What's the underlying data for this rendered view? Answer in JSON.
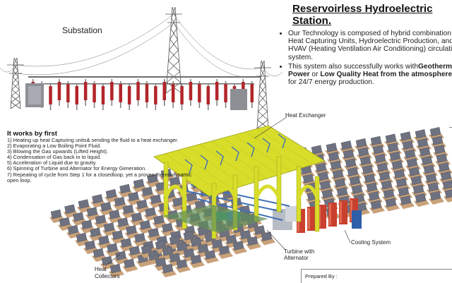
{
  "labels": {
    "substation": "Substation",
    "heat_exchanger": "Heat Exchanger",
    "cooling_system": "Cooling System",
    "turbine_line1": "Turbine with",
    "turbine_line2": "Alternator",
    "heat_collectors_line1": "Heat",
    "heat_collectors_line2": "Collectors"
  },
  "title": {
    "line1": "Reservoirless Hydroelectric",
    "line2": "Station."
  },
  "bullets": [
    {
      "text": "Our Technology is composed of hybrid combination of Heat Capturing Units, Hydroelectric Production, and HVAV (Heating Ventilation Air Conditioning) circulation system."
    },
    {
      "part1": "This system also successfully works with",
      "bold1": "Geothermal Power",
      "part2": " or ",
      "bold2": "Low Quality Heat from the atmosphere",
      "part3": ", for 24/7 energy production."
    }
  ],
  "steps_title": "It works by first",
  "steps": [
    "1) Heating up heat Capturing units& sending the fluid to a heat exchanger.",
    "2) Evaporating a Low Boiling Point Fluid.",
    "3) Blowing the Gas upwards (Lifted Height).",
    "4) Condensation of Gas back in to liquid.",
    "5) Acceleration of Liquid due to gravity.",
    "6) Spinning of Turbine and Alternator for Energy Generation.",
    "7) Repeating of cycle from Step 1 for a closedloop, yet a proven thermodynamic open loop."
  ],
  "footer": {
    "prepared_by": "Prepared By :"
  },
  "colors": {
    "structure": "#d8dd2a",
    "panel": "#6e7180",
    "panel_dark": "#4a4c58",
    "pad": "#c9a27a",
    "tank": "#c9402e",
    "pipe_blue": "#3f6fb5",
    "tower": "#555555",
    "insulator": "#b2262a"
  }
}
